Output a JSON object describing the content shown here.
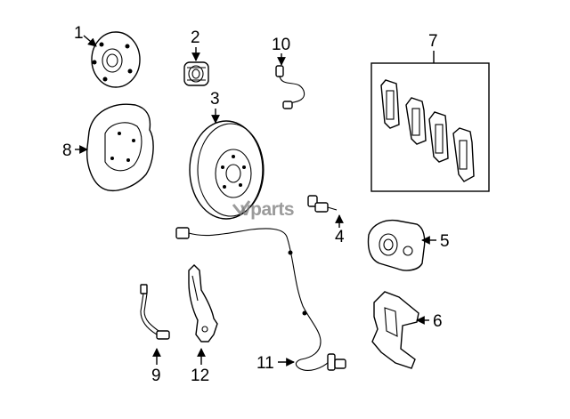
{
  "diagram": {
    "callouts": {
      "hub": "1",
      "bearing": "2",
      "rotor": "3",
      "bolt": "4",
      "caliper": "5",
      "caliper_bracket": "6",
      "pad_set": "7",
      "splash_shield": "8",
      "brake_hose": "9",
      "wear_sensor": "10",
      "abs_sensor": "11",
      "hose_bracket": "12"
    },
    "watermark": "vparts"
  }
}
